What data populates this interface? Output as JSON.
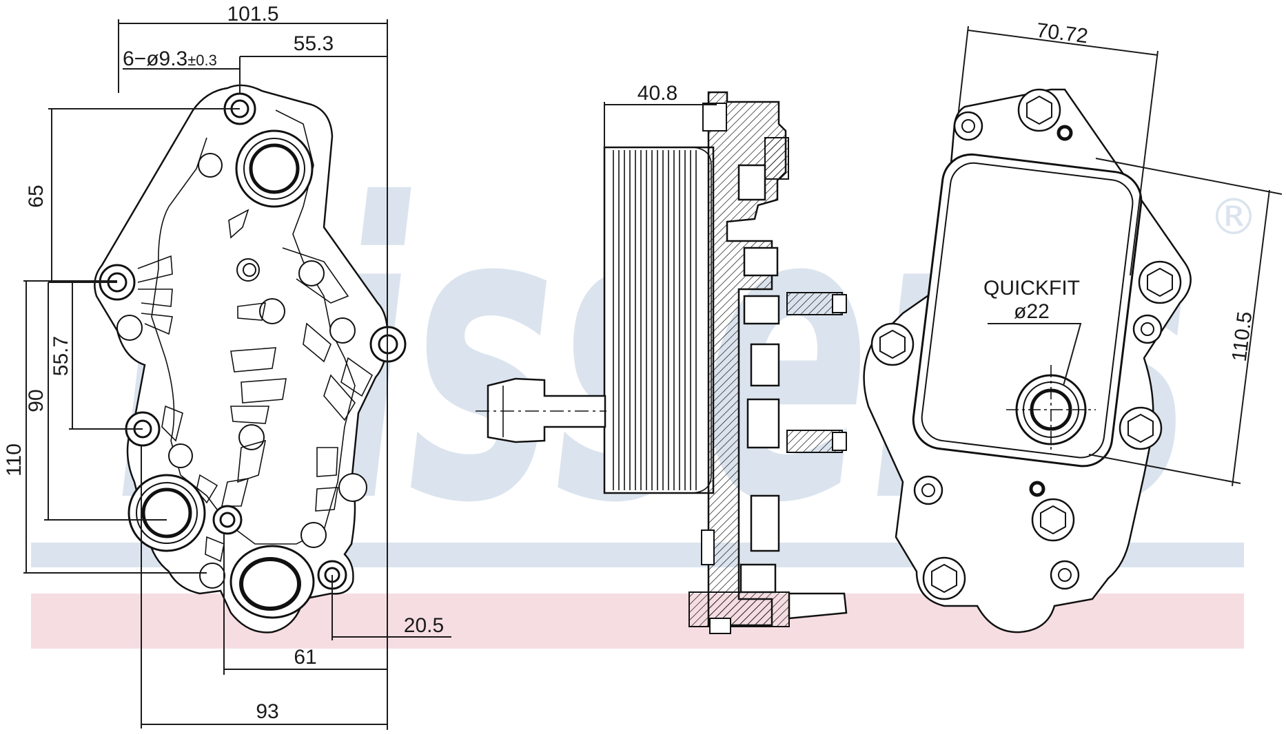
{
  "watermark": {
    "brand": "Nissens",
    "registered": "®",
    "colors": {
      "blue": "#dbe4ee",
      "pink": "#f6dde2"
    }
  },
  "dimensions": {
    "top_width": "101.5",
    "top_inner": "55.3",
    "hole_spec_prefix": "6−ø9.3",
    "hole_spec_tol": "±0.3",
    "left_65": "65",
    "left_55_7": "55.7",
    "left_90": "90",
    "left_110": "110",
    "bottom_20_5": "20.5",
    "bottom_61": "61",
    "bottom_93": "93",
    "side_depth": "40.8",
    "right_width": "70.72",
    "right_height": "110.5"
  },
  "labels": {
    "quickfit_line1": "QUICKFIT",
    "quickfit_line2": "ø22"
  }
}
